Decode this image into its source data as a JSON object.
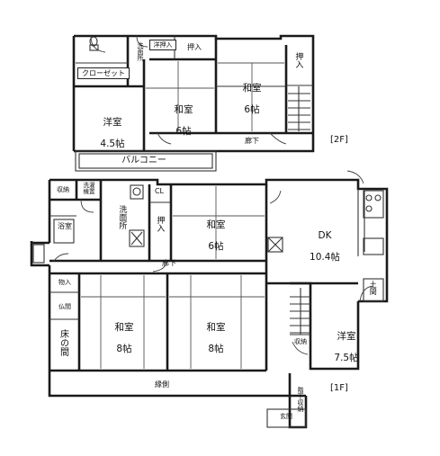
{
  "floor2": {
    "marker": "[2F]",
    "rooms": {
      "western_45": {
        "name": "洋室",
        "size": "4.5帖"
      },
      "closet": "クローゼット",
      "washroom": "洗面所",
      "closet_western": "洋押入",
      "oshiire_top": "押入",
      "washitsu_6_left": {
        "name": "和室",
        "size": "6帖"
      },
      "washitsu_6_right": {
        "name": "和室",
        "size": "6帖"
      },
      "oshiire_right": "押入",
      "corridor": "廊下",
      "balcony": "バルコニー"
    }
  },
  "floor1": {
    "marker": "[1F]",
    "rooms": {
      "storage_top": "収納",
      "washer_space": "洗濯\n機置",
      "closet_cl": "CL",
      "bath": "浴室",
      "washroom": "洗面所",
      "oshiire_mid": "押入",
      "washitsu_6": {
        "name": "和室",
        "size": "6帖"
      },
      "dk": {
        "name": "DK",
        "size": "10.4帖"
      },
      "corridor": "廊下",
      "oshiire_left": "物入",
      "butsuma": "仏間",
      "tokonoma": "床の間",
      "washitsu_8_left": {
        "name": "和室",
        "size": "8帖"
      },
      "washitsu_8_right": {
        "name": "和室",
        "size": "8帖"
      },
      "engawa": "縁側",
      "storage_stair": "収納",
      "western_75": {
        "name": "洋室",
        "size": "7.5帖"
      },
      "doma": "土間",
      "under_stairs": "階下収納",
      "entrance": "玄関"
    }
  }
}
